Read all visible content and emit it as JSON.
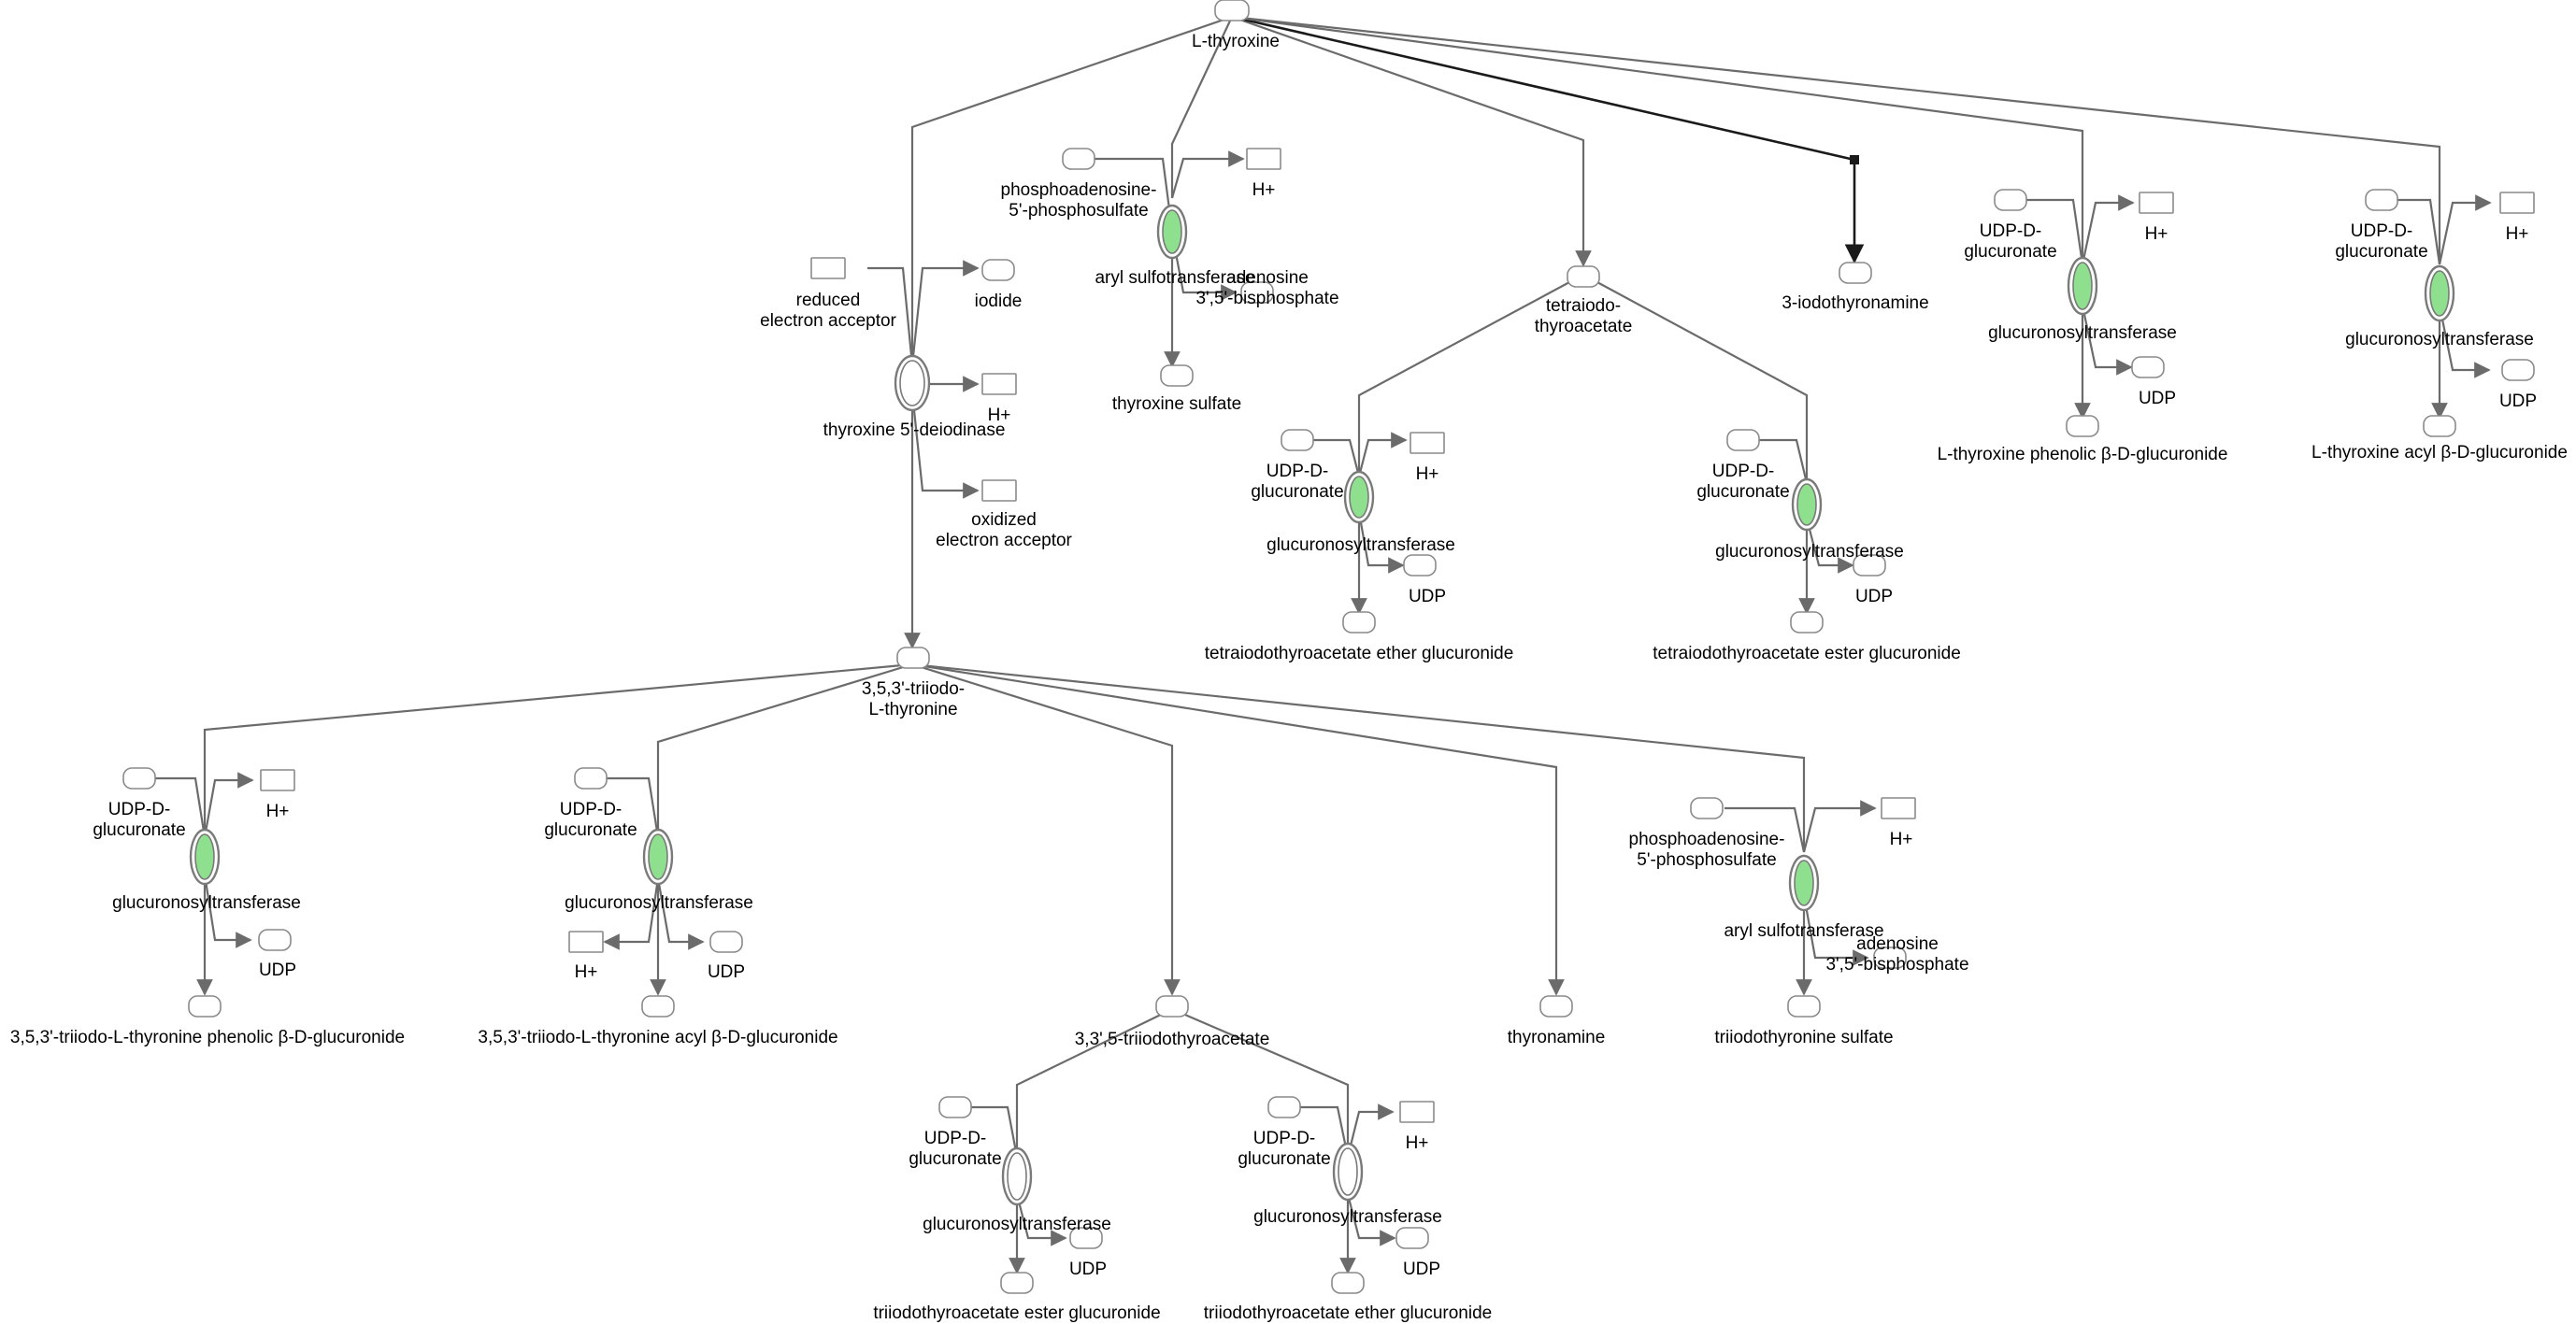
{
  "colors": {
    "enzyme_active": "#8ee08e",
    "enzyme_inactive": "#ffffff",
    "edge": "#6b6b6b",
    "node_border": "#8a8a8a"
  },
  "labels": {
    "thyroxine": "L-thyroxine",
    "reducedAcceptor": "reduced\nelectron acceptor",
    "iodide": "iodide",
    "hplusDeiod": "H+",
    "deiodinase": "thyroxine 5'-deiodinase",
    "oxidizedAcceptor": "oxidized\nelectron acceptor",
    "papsTop": "phosphoadenosine-\n5'-phosphosulfate",
    "hplusSulfTop": "H+",
    "sulfTop": "aryl sulfotransferase",
    "papTop": "adenosine\n3',5'-bisphosphate",
    "thyroxineSulfate": "thyroxine sulfate",
    "tetrac": "tetraiodo-\nthyroacetate",
    "udpgaT1": "UDP-D-\nglucuronate",
    "hplusT1": "H+",
    "ugtT1": "glucuronosyltransferase",
    "udpT1": "UDP",
    "tetracEther": "tetraiodothyroacetate ether glucuronide",
    "udpgaT2": "UDP-D-\nglucuronate",
    "ugtT2": "glucuronosyltransferase",
    "udpT2": "UDP",
    "tetracEster": "tetraiodothyroacetate ester glucuronide",
    "iodothyronamine": "3-iodothyronamine",
    "udpgaR1": "UDP-D-\nglucuronate",
    "hplusR1": "H+",
    "ugtR1": "glucuronosyltransferase",
    "udpR1": "UDP",
    "t4Phenolic": "L-thyroxine phenolic β-D-glucuronide",
    "udpgaR2": "UDP-D-\nglucuronate",
    "hplusR2": "H+",
    "ugtR2": "glucuronosyltransferase",
    "udpR2": "UDP",
    "t4Acyl": "L-thyroxine acyl β-D-glucuronide",
    "t3": "3,5,3'-triiodo-\nL-thyronine",
    "udpgaB1": "UDP-D-\nglucuronate",
    "hplusB1": "H+",
    "ugtB1": "glucuronosyltransferase",
    "udpB1": "UDP",
    "t3Phenolic": "3,5,3'-triiodo-L-thyronine phenolic β-D-glucuronide",
    "udpgaB2": "UDP-D-\nglucuronate",
    "ugtB2": "glucuronosyltransferase",
    "hplusB2": "H+",
    "udpB2": "UDP",
    "t3Acyl": "3,5,3'-triiodo-L-thyronine acyl β-D-glucuronide",
    "triac": "3,3',5-triiodothyroacetate",
    "udpgaB3": "UDP-D-\nglucuronate",
    "ugtB3": "glucuronosyltransferase",
    "udpB3": "UDP",
    "triacEster": "triiodothyroacetate ester glucuronide",
    "udpgaB4": "UDP-D-\nglucuronate",
    "hplusB4": "H+",
    "ugtB4": "glucuronosyltransferase",
    "udpB4": "UDP",
    "triacEther": "triiodothyroacetate ether glucuronide",
    "thyronamine": "thyronamine",
    "papsB": "phosphoadenosine-\n5'-phosphosulfate",
    "hplusSulfB": "H+",
    "sulfB": "aryl sulfotransferase",
    "papB": "adenosine\n3',5'-bisphosphate",
    "t3Sulfate": "triiodothyronine sulfate"
  },
  "enzymes": {
    "deiodinase": "inactive",
    "sulfTop": "active",
    "ugtT1": "active",
    "ugtT2": "active",
    "ugtR1": "active",
    "ugtR2": "active",
    "ugtB1": "active",
    "ugtB2": "active",
    "ugtB3": "inactive",
    "ugtB4": "inactive",
    "sulfB": "active"
  }
}
